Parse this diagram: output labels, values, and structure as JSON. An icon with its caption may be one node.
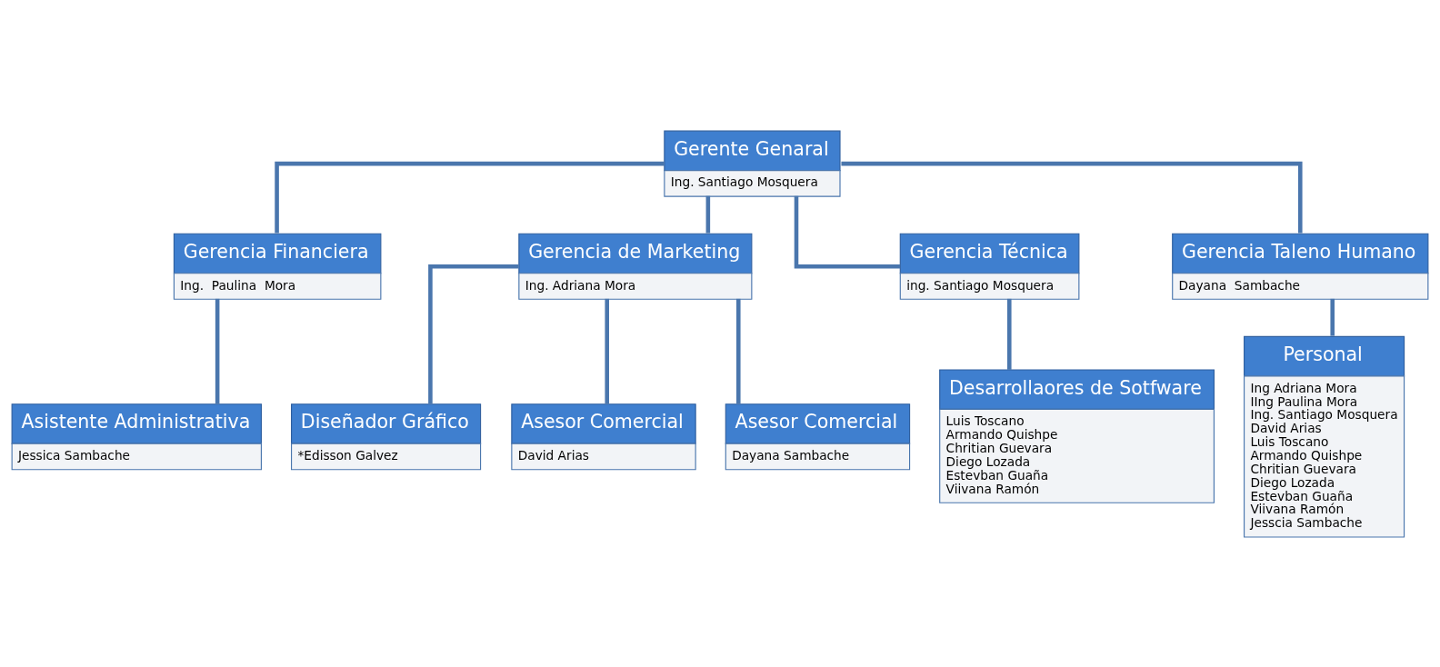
{
  "diagram": {
    "nodes": [
      {
        "text": [
          "Gerente Genaral",
          "Ing. Santiago Mosquera"
        ]
      },
      {
        "text": [
          "Gerencia Financiera",
          "Ing.  Paulina  Mora"
        ]
      },
      {
        "text": [
          "Gerencia de Marketing",
          "Ing. Adriana Mora"
        ]
      },
      {
        "text": [
          "Gerencia Técnica",
          "ing. Santiago Mosquera"
        ]
      },
      {
        "text": [
          "Gerencia Taleno Humano",
          "Dayana  Sambache"
        ]
      },
      {
        "text": [
          "Asistente Administrativa",
          "Jessica Sambache"
        ]
      },
      {
        "text": [
          "Diseñador Gráfico",
          "*Edisson Galvez"
        ]
      },
      {
        "text": [
          "Asesor Comercial",
          "David Arias"
        ]
      },
      {
        "text": [
          "Asesor Comercial",
          "Dayana Sambache"
        ]
      },
      {
        "text": [
          "Desarrollaores de Sotfware",
          "Luis Toscano",
          "Armando Quishpe",
          "Chritian Guevara",
          "Diego Lozada",
          "Estevban Guaña",
          "Viivana Ramón"
        ]
      },
      {
        "text": [
          "Personal",
          "Ing Adriana Mora",
          "IIng Paulina Mora",
          "Ing. Santiago Mosquera",
          "David Arias",
          "Luis Toscano",
          "Armando Quishpe",
          "Chritian Guevara",
          "Diego Lozada",
          "Estevban Guaña",
          "Viivana Ramón",
          "Jesscia Sambache"
        ]
      }
    ],
    "edges": [
      {
        "from": 0,
        "to": 1,
        "arrow": "none"
      },
      {
        "from": 0,
        "to": 2,
        "arrow": "none"
      },
      {
        "from": 0,
        "to": 3,
        "arrow": "none"
      },
      {
        "from": 0,
        "to": 4,
        "arrow": "none"
      },
      {
        "from": 1,
        "to": 5,
        "arrow": "none"
      },
      {
        "from": 2,
        "to": 6,
        "arrow": "none"
      },
      {
        "from": 2,
        "to": 7,
        "arrow": "none"
      },
      {
        "from": 2,
        "to": 8,
        "arrow": "none"
      },
      {
        "from": 3,
        "to": 9,
        "arrow": "none"
      },
      {
        "from": 4,
        "to": 10,
        "arrow": "none"
      }
    ]
  }
}
